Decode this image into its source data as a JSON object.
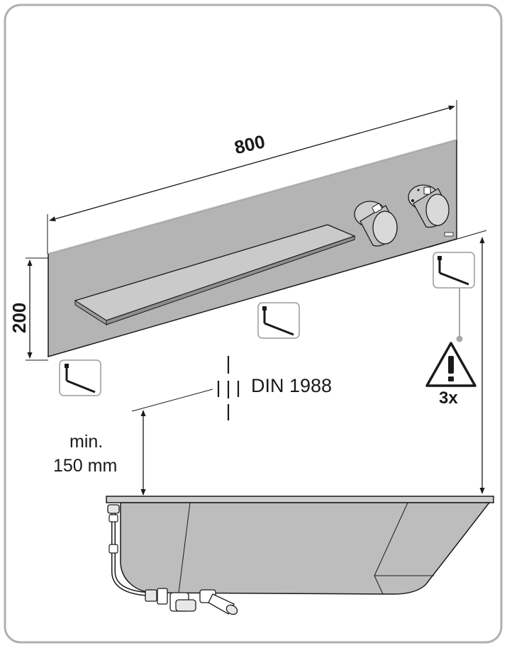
{
  "dimensions": {
    "panel_width": "800",
    "panel_height": "200",
    "bath_distance_line1": "min.",
    "bath_distance_line2": "150 mm"
  },
  "standard": {
    "label": "DIN 1988"
  },
  "warning": {
    "count": "3x",
    "icon": "warning-triangle-icon"
  },
  "tools": {
    "icon": "allen-key-icon",
    "count": 3
  },
  "colors": {
    "panel": "#b4b4b4",
    "bath": "#bdbdbd",
    "outline": "#1a1a1a",
    "frame": "#b0b0b0",
    "callout": "#a8a8a8"
  }
}
